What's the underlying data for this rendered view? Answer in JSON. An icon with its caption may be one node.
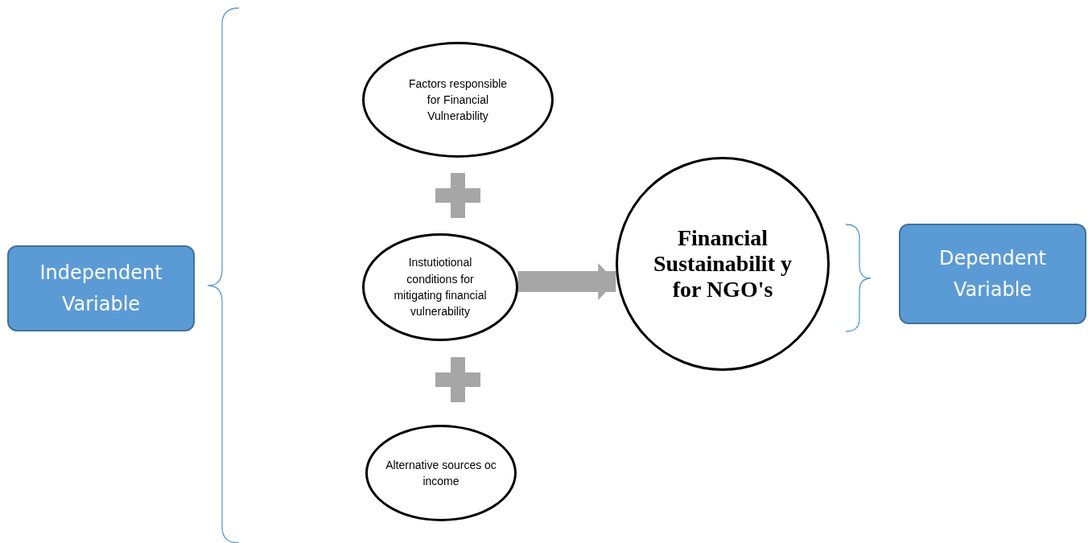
{
  "diagram": {
    "nodes": [
      {
        "text": [
          "Independent Variable"
        ]
      },
      {
        "text": [
          "Factors responsible for  Financial Vulnerability"
        ]
      },
      {
        "text": [
          "Instutiotional conditions for mitigating financial vulnerability"
        ]
      },
      {
        "text": [
          "Alternative sources oc income"
        ]
      },
      {
        "text": [
          "Financial Sustainabilit y for NGO's"
        ]
      },
      {
        "text": [
          "Dependent Variable"
        ]
      }
    ],
    "edges": [
      {
        "from": 2,
        "to": 4,
        "arrow": "to",
        "color": "#a6a6a6"
      }
    ]
  }
}
